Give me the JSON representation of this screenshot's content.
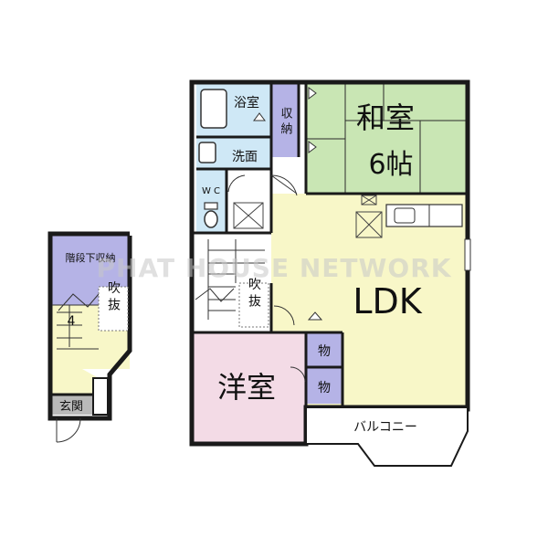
{
  "watermark": "PHAT HOUSE NETWORK",
  "colors": {
    "wall": "#1a1a1a",
    "washitsu": "#c9e6b4",
    "ldk": "#f8f7c8",
    "youshitsu": "#f3dbe6",
    "storage": "#b5b3e6",
    "wet_area": "#cfe8f6",
    "genkan": "#b9b9b9",
    "stair_under_storage": "#b5b3e6"
  },
  "rooms": {
    "washitsu": "和室",
    "washitsu_size": "6帖",
    "ldk": "LDK",
    "youshitsu": "洋室",
    "bath": "浴室",
    "wash": "洗面",
    "wc": "W C",
    "storage_top": "収 納",
    "mono1": "物",
    "mono2": "物",
    "fukinuke_left": "吹 抜",
    "fukinuke_right": "吹 抜",
    "balcony": "バルコニー",
    "kaidan_shitashuno": "階段下収納",
    "genkan": "玄関",
    "floor_num": "4"
  }
}
